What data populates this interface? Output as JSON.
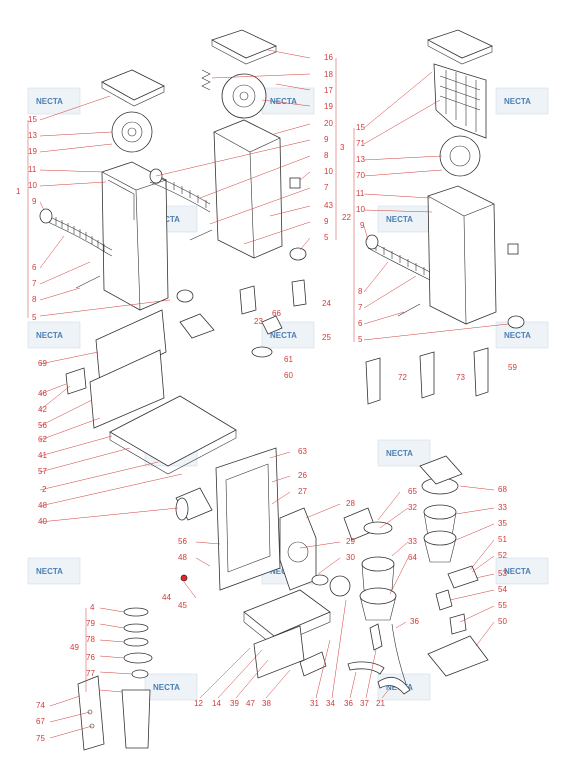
{
  "watermark": {
    "text": "NECTA"
  },
  "labels": {
    "l1": "1",
    "l2": "2",
    "l3": "3",
    "l4": "4",
    "l5a": "5",
    "l5b": "5",
    "l5c": "5",
    "l6a": "6",
    "l6b": "6",
    "l7a": "7",
    "l7b": "7",
    "l7c": "7",
    "l8a": "8",
    "l8b": "8",
    "l8c": "8",
    "l9a": "9",
    "l9b": "9",
    "l9c": "9",
    "l9d": "9",
    "l10a": "10",
    "l10b": "10",
    "l10c": "10",
    "l11a": "11",
    "l11b": "11",
    "l12": "12",
    "l13a": "13",
    "l13b": "13",
    "l14": "14",
    "l15a": "15",
    "l15b": "15",
    "l16": "16",
    "l17": "17",
    "l18": "18",
    "l19a": "19",
    "l19b": "19",
    "l20": "20",
    "l21": "21",
    "l22": "22",
    "l23": "23",
    "l24": "24",
    "l25": "25",
    "l26": "26",
    "l27": "27",
    "l28": "28",
    "l29": "29",
    "l30": "30",
    "l31": "31",
    "l32": "32",
    "l33a": "33",
    "l33b": "33",
    "l34": "34",
    "l35": "35",
    "l36a": "36",
    "l36b": "36",
    "l37": "37",
    "l38": "38",
    "l39": "39",
    "l40": "40",
    "l41": "41",
    "l42": "42",
    "l43": "43",
    "l44": "44",
    "l45": "45",
    "l46": "46",
    "l47": "47",
    "l48a": "48",
    "l48b": "48",
    "l49": "49",
    "l50": "50",
    "l51": "51",
    "l52": "52",
    "l53": "53",
    "l54": "54",
    "l55": "55",
    "l56a": "56",
    "l56b": "56",
    "l57": "57",
    "l59": "59",
    "l60": "60",
    "l61": "61",
    "l62": "62",
    "l63": "63",
    "l64": "64",
    "l65": "65",
    "l66": "66",
    "l67": "67",
    "l68": "68",
    "l69": "69",
    "l70": "70",
    "l71": "71",
    "l72": "72",
    "l73": "73",
    "l74": "74",
    "l75": "75",
    "l76": "76",
    "l77": "77",
    "l78": "78",
    "l79": "79"
  }
}
